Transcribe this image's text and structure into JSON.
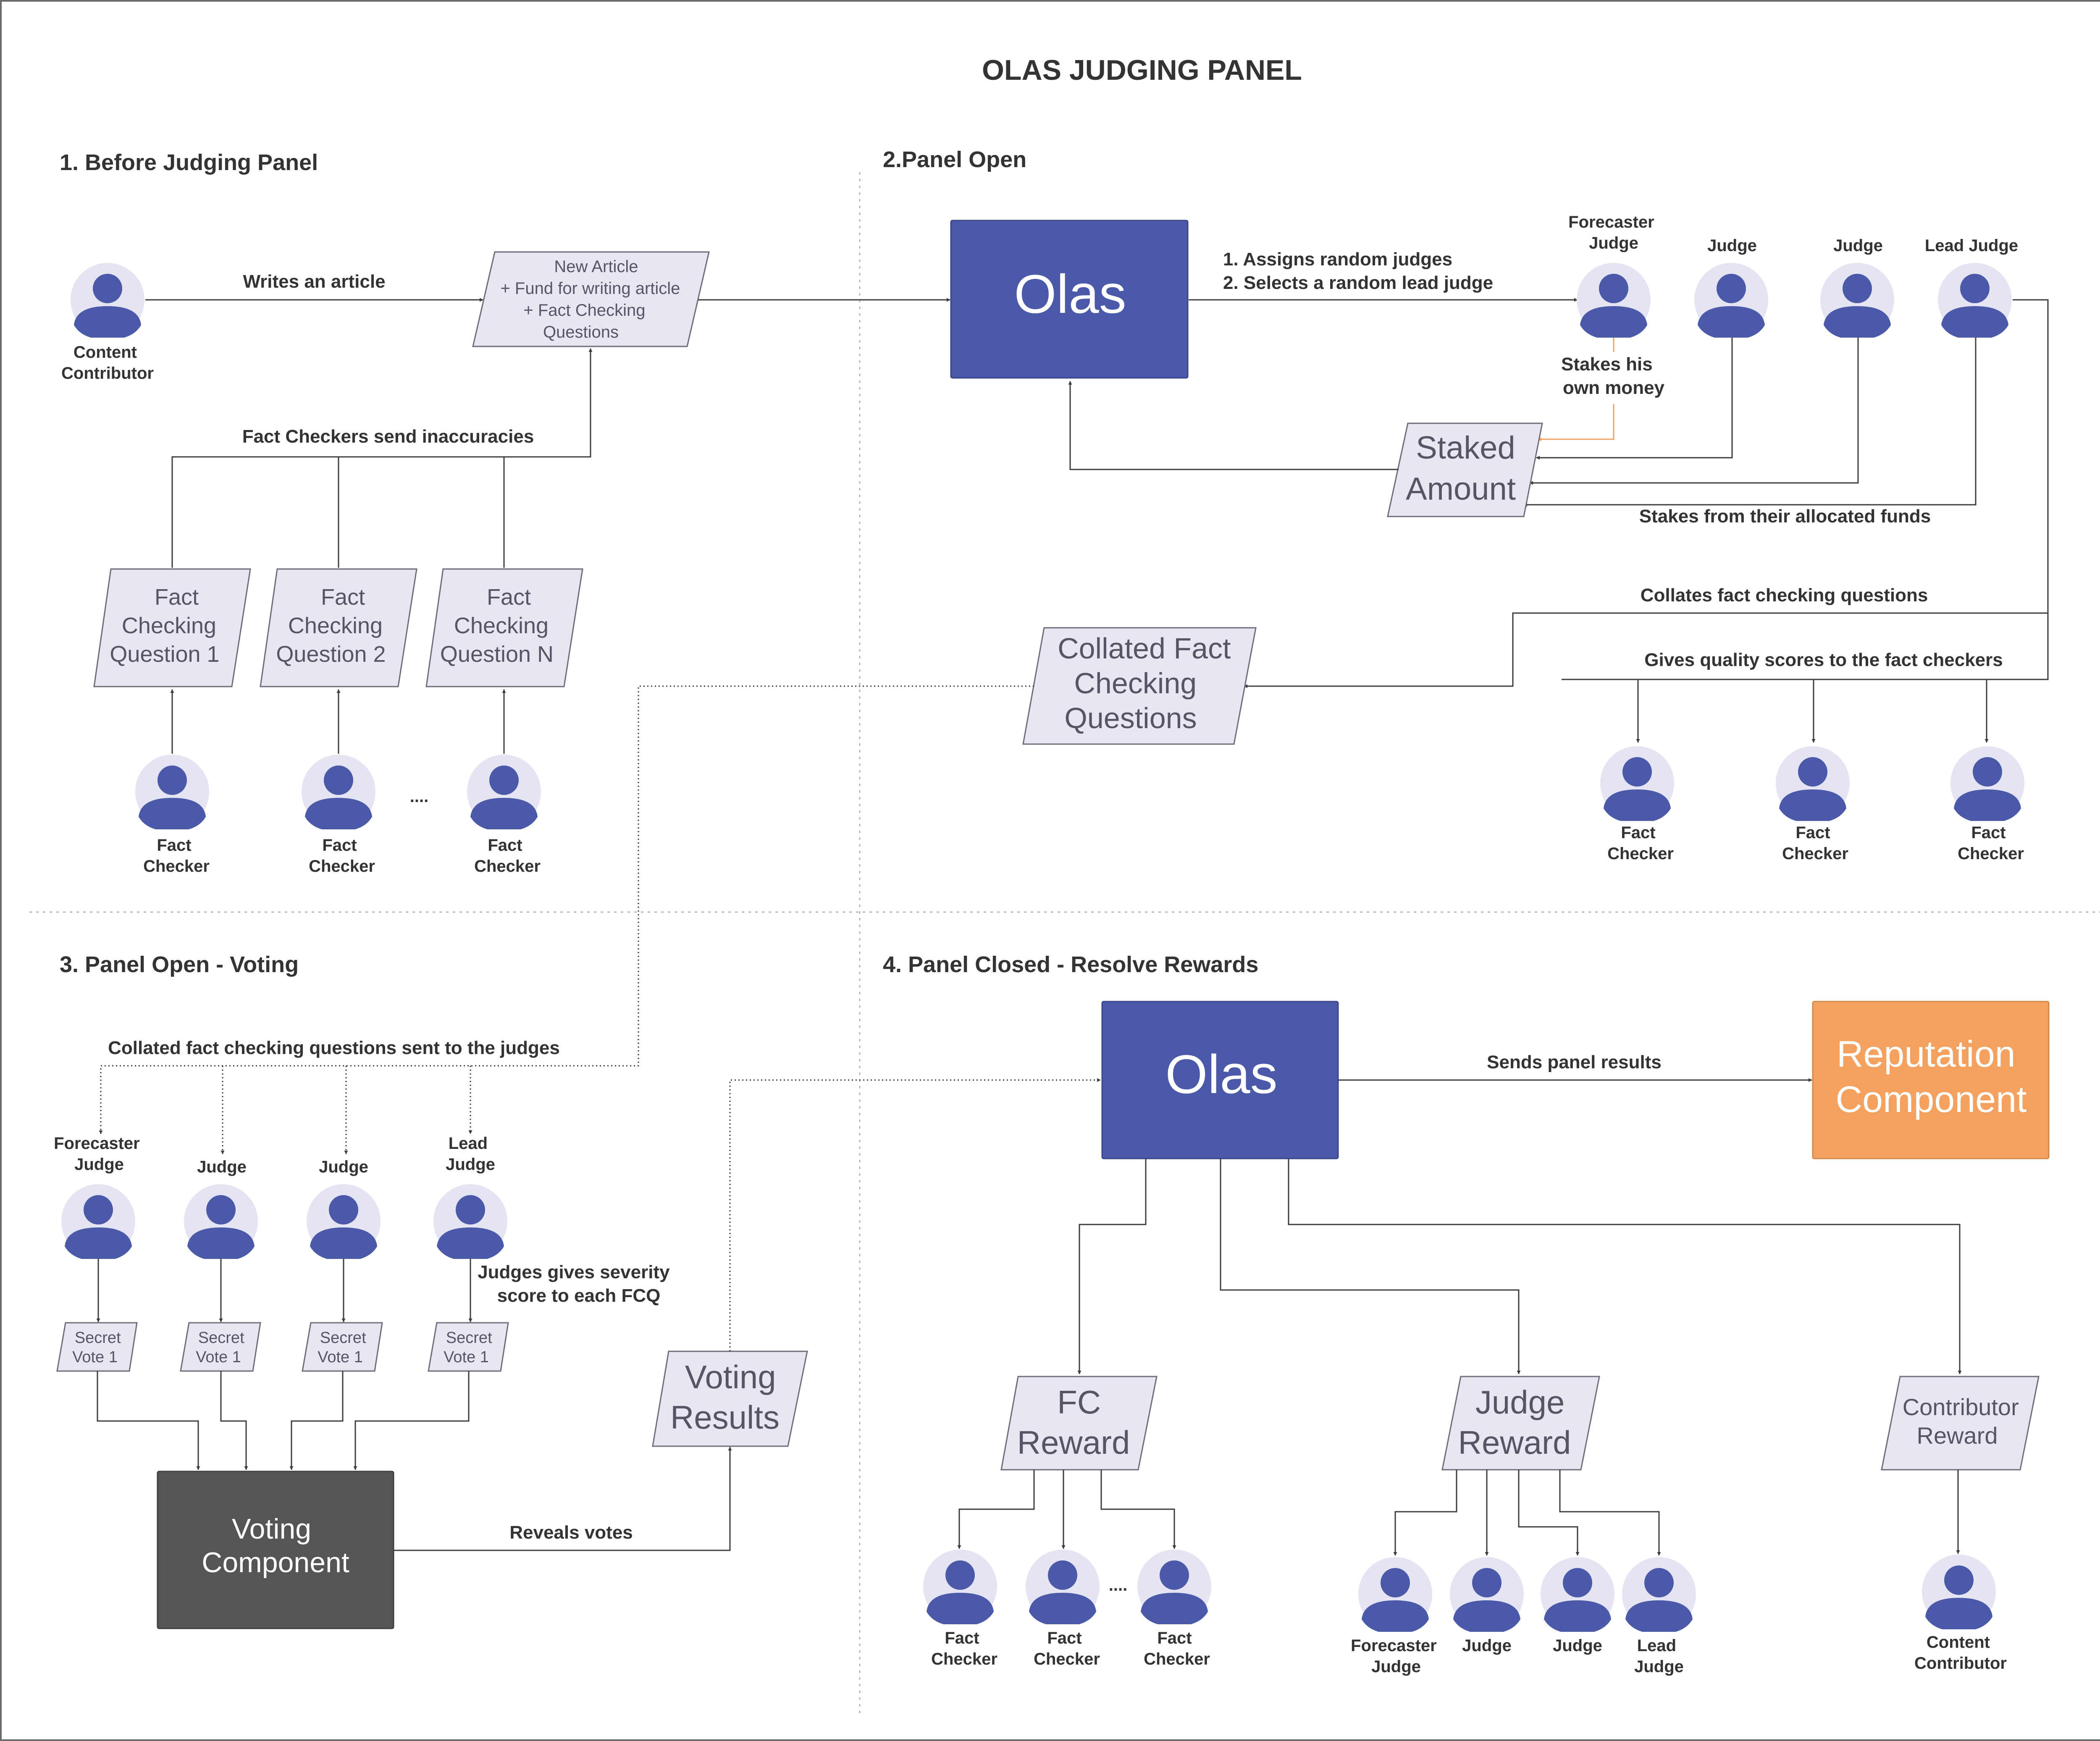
{
  "title": "OLAS JUDGING PANEL",
  "sections": {
    "s1": "1. Before Judging Panel",
    "s2": "2.Panel Open",
    "s3": "3. Panel Open - Voting",
    "s4": "4. Panel Closed - Resolve Rewards"
  },
  "colors": {
    "olas": "#4a5aa9",
    "reputation": "#f4a05e",
    "voting_component": "#555555",
    "person": "#4a5aa9",
    "parallelogram": "#e7e7f1",
    "stake_arrow": "#f4a260"
  },
  "s1": {
    "content_contributor": [
      "Content",
      "Contributor"
    ],
    "writes_article": "Writes an article",
    "new_article": [
      "New Article",
      "+ Fund for writing article",
      "+ Fact Checking",
      "Questions"
    ],
    "fc_send": "Fact Checkers send inaccuracies",
    "fcq1": [
      "Fact",
      "Checking",
      "Question 1"
    ],
    "fcq2": [
      "Fact",
      "Checking",
      "Question 2"
    ],
    "fcqn": [
      "Fact",
      "Checking",
      "Question N"
    ],
    "fact_checker": [
      "Fact",
      "Checker"
    ],
    "ellipsis": "...."
  },
  "s2": {
    "olas": "Olas",
    "assign": [
      "1. Assigns random judges",
      "2. Selects a random lead judge"
    ],
    "forecaster_judge": [
      "Forecaster",
      "Judge"
    ],
    "judge": "Judge",
    "lead_judge": "Lead Judge",
    "stakes_own": [
      "Stakes his",
      "own money"
    ],
    "staked_amount": [
      "Staked",
      "Amount"
    ],
    "stakes_allocated": "Stakes from their allocated funds",
    "collates": "Collates fact checking questions",
    "collated_fcq": [
      "Collated Fact",
      "Checking",
      "Questions"
    ],
    "quality_scores": "Gives quality scores to the fact checkers",
    "fact_checker": [
      "Fact",
      "Checker"
    ]
  },
  "s3": {
    "sent_to_judges": "Collated fact checking questions sent to the judges",
    "forecaster_judge": [
      "Forecaster",
      "Judge"
    ],
    "judge": "Judge",
    "lead_judge": [
      "Lead",
      "Judge"
    ],
    "severity": [
      "Judges gives severity",
      "score to each FCQ"
    ],
    "secret_vote": [
      "Secret",
      "Vote 1"
    ],
    "voting_component": [
      "Voting",
      "Component"
    ],
    "reveals": "Reveals votes",
    "voting_results": [
      "Voting",
      "Results"
    ]
  },
  "s4": {
    "olas": "Olas",
    "sends_results": "Sends panel results",
    "reputation": [
      "Reputation",
      "Component"
    ],
    "fc_reward": [
      "FC",
      "Reward"
    ],
    "judge_reward": [
      "Judge",
      "Reward"
    ],
    "contributor_reward": [
      "Contributor",
      "Reward"
    ],
    "fact_checker": [
      "Fact",
      "Checker"
    ],
    "ellipsis": "....",
    "forecaster_judge": [
      "Forecaster",
      "Judge"
    ],
    "judge": "Judge",
    "lead_judge": [
      "Lead",
      "Judge"
    ],
    "content_contributor": [
      "Content",
      "Contributor"
    ]
  }
}
